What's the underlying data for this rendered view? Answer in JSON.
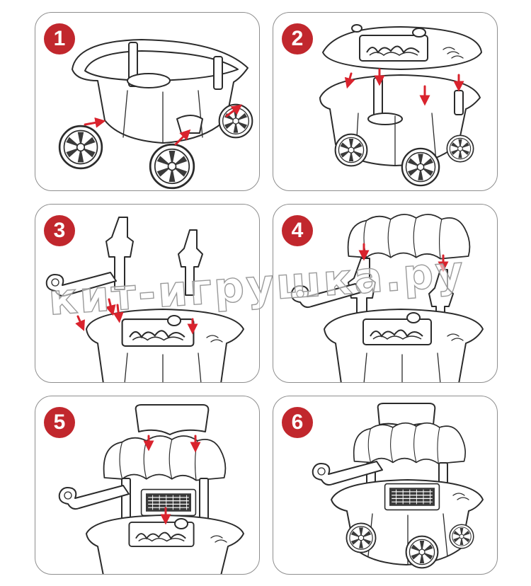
{
  "steps": [
    {
      "number": "1"
    },
    {
      "number": "2"
    },
    {
      "number": "3"
    },
    {
      "number": "4"
    },
    {
      "number": "5"
    },
    {
      "number": "6"
    }
  ],
  "watermark": "кит-игрушка.ру",
  "colors": {
    "badge": "#c1272d",
    "arrow": "#d9232d",
    "outline": "#2b2b2b",
    "border": "#8e8e8e"
  },
  "icons": [
    "arrow-icon",
    "wheel-icon",
    "grill-icon",
    "canopy-icon",
    "handle-icon"
  ]
}
